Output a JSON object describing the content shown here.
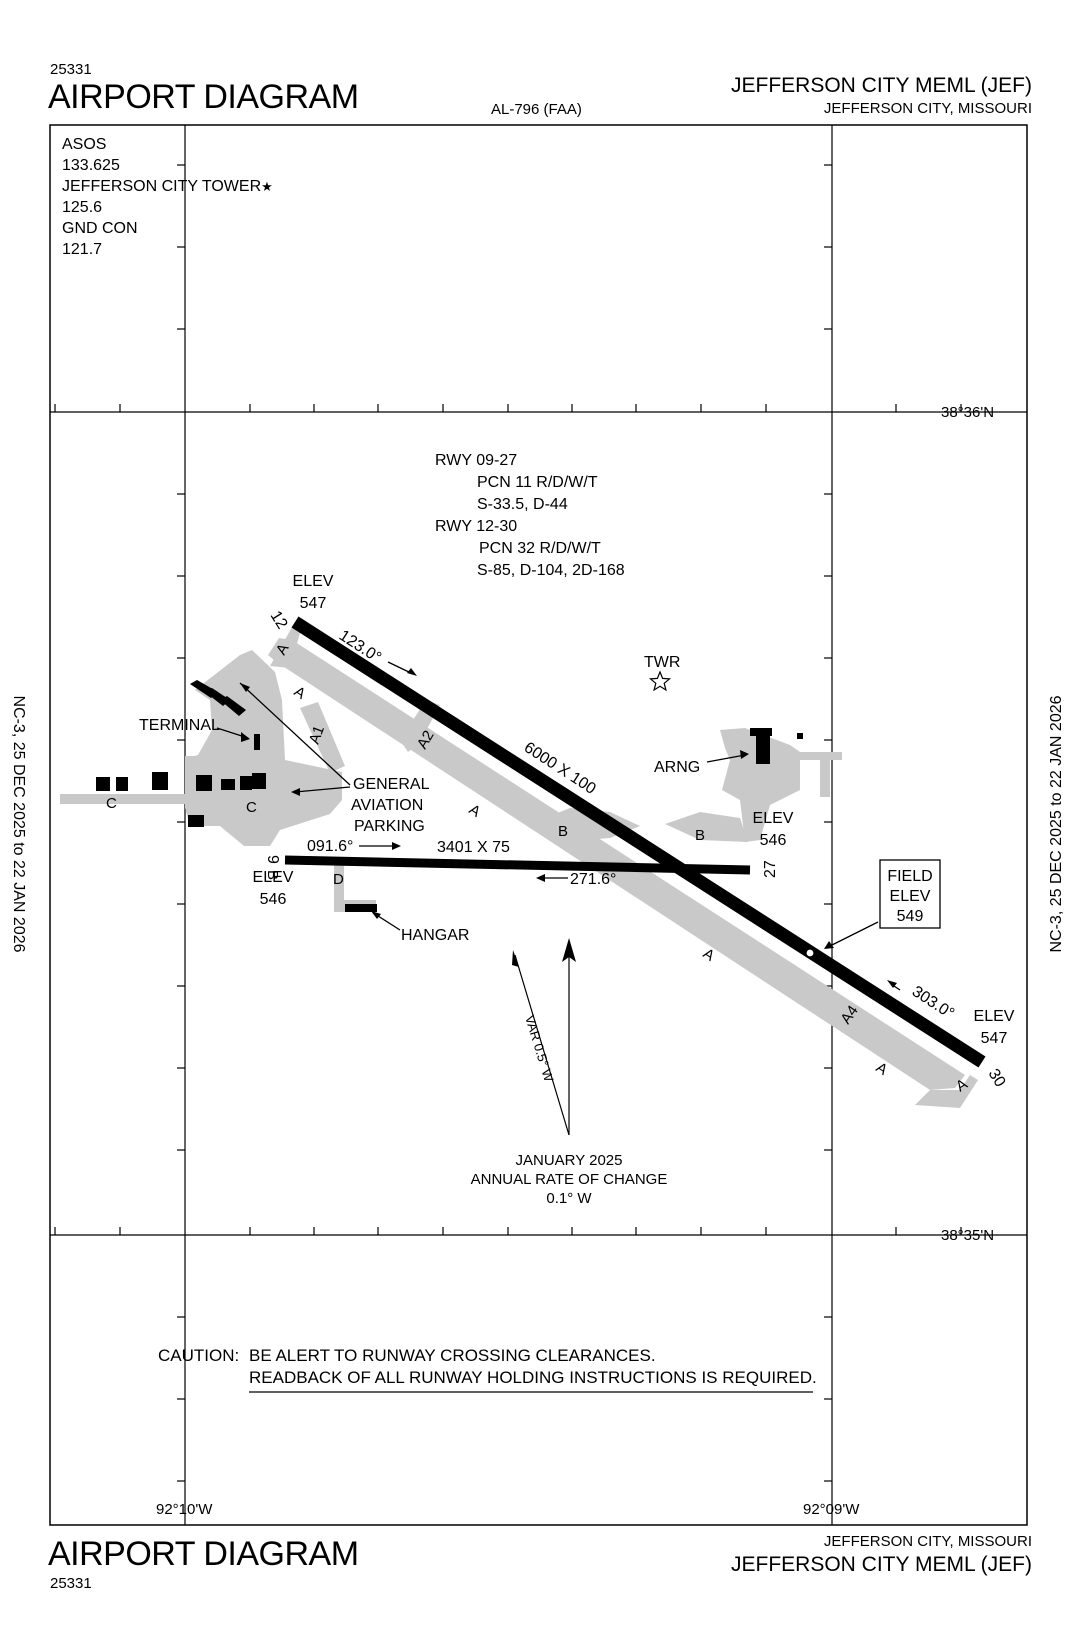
{
  "header": {
    "procedure_number": "25331",
    "title": "AIRPORT DIAGRAM",
    "al_number": "AL-796 (FAA)",
    "airport_name": "JEFFERSON CITY MEML (JEF)",
    "city_state": "JEFFERSON CITY, MISSOURI"
  },
  "footer": {
    "procedure_number": "25331",
    "title": "AIRPORT DIAGRAM",
    "airport_name": "JEFFERSON CITY MEML (JEF)",
    "city_state": "JEFFERSON CITY, MISSOURI"
  },
  "side_margin": {
    "left": "NC-3,  25 DEC 2025  to  22 JAN 2026",
    "right": "NC-3,  25 DEC 2025  to  22 JAN 2026"
  },
  "communications": {
    "asos_label": "ASOS",
    "asos_freq": "133.625",
    "tower_label": "JEFFERSON CITY TOWER",
    "tower_freq": "125.6",
    "gnd_label": "GND CON",
    "gnd_freq": "121.7"
  },
  "coordinates": {
    "lat_north": "38°36'N",
    "lat_south": "38°35'N",
    "lon_west": "92°10'W",
    "lon_east": "92°09'W"
  },
  "runway_info": {
    "rwy1": "RWY 09-27",
    "rwy1_pcn": "PCN 11 R/D/W/T",
    "rwy1_weights": "S-33.5, D-44",
    "rwy2": "RWY 12-30",
    "rwy2_pcn": "PCN 32 R/D/W/T",
    "rwy2_weights": "S-85, D-104, 2D-168"
  },
  "runways": {
    "rwy12_end": "12",
    "rwy30_end": "30",
    "rwy9_end": "9",
    "rwy27_end": "27",
    "rwy12_heading": "123.0°",
    "rwy30_heading": "303.0°",
    "rwy9_heading": "091.6°",
    "rwy27_heading": "271.6°",
    "rwy12_30_dims": "6000 X 100",
    "rwy9_27_dims": "3401 X 75"
  },
  "elevations": {
    "elev_label": "ELEV",
    "rwy12_elev": "547",
    "rwy30_elev": "547",
    "rwy9_elev": "546",
    "rwy27_elev": "546",
    "field_label1": "FIELD",
    "field_label2": "ELEV",
    "field_elev": "549"
  },
  "taxiways": {
    "a": "A",
    "a1": "A1",
    "a2": "A2",
    "a4": "A4",
    "b": "B",
    "c": "C",
    "d": "D"
  },
  "labels": {
    "twr": "TWR",
    "arng": "ARNG",
    "terminal": "TERMINAL",
    "ga1": "GENERAL",
    "ga2": "AVIATION",
    "ga3": "PARKING",
    "hangar": "HANGAR"
  },
  "magnetic": {
    "var": "VAR 0.5° W",
    "date": "JANUARY 2025",
    "rate_label": "ANNUAL RATE OF CHANGE",
    "rate": "0.1° W"
  },
  "caution": {
    "label": "CAUTION:",
    "line1": "BE ALERT TO RUNWAY CROSSING CLEARANCES.",
    "line2": "READBACK OF ALL RUNWAY HOLDING INSTRUCTIONS IS REQUIRED."
  },
  "colors": {
    "pavement": "#c9c9c9",
    "ink": "#000000"
  }
}
